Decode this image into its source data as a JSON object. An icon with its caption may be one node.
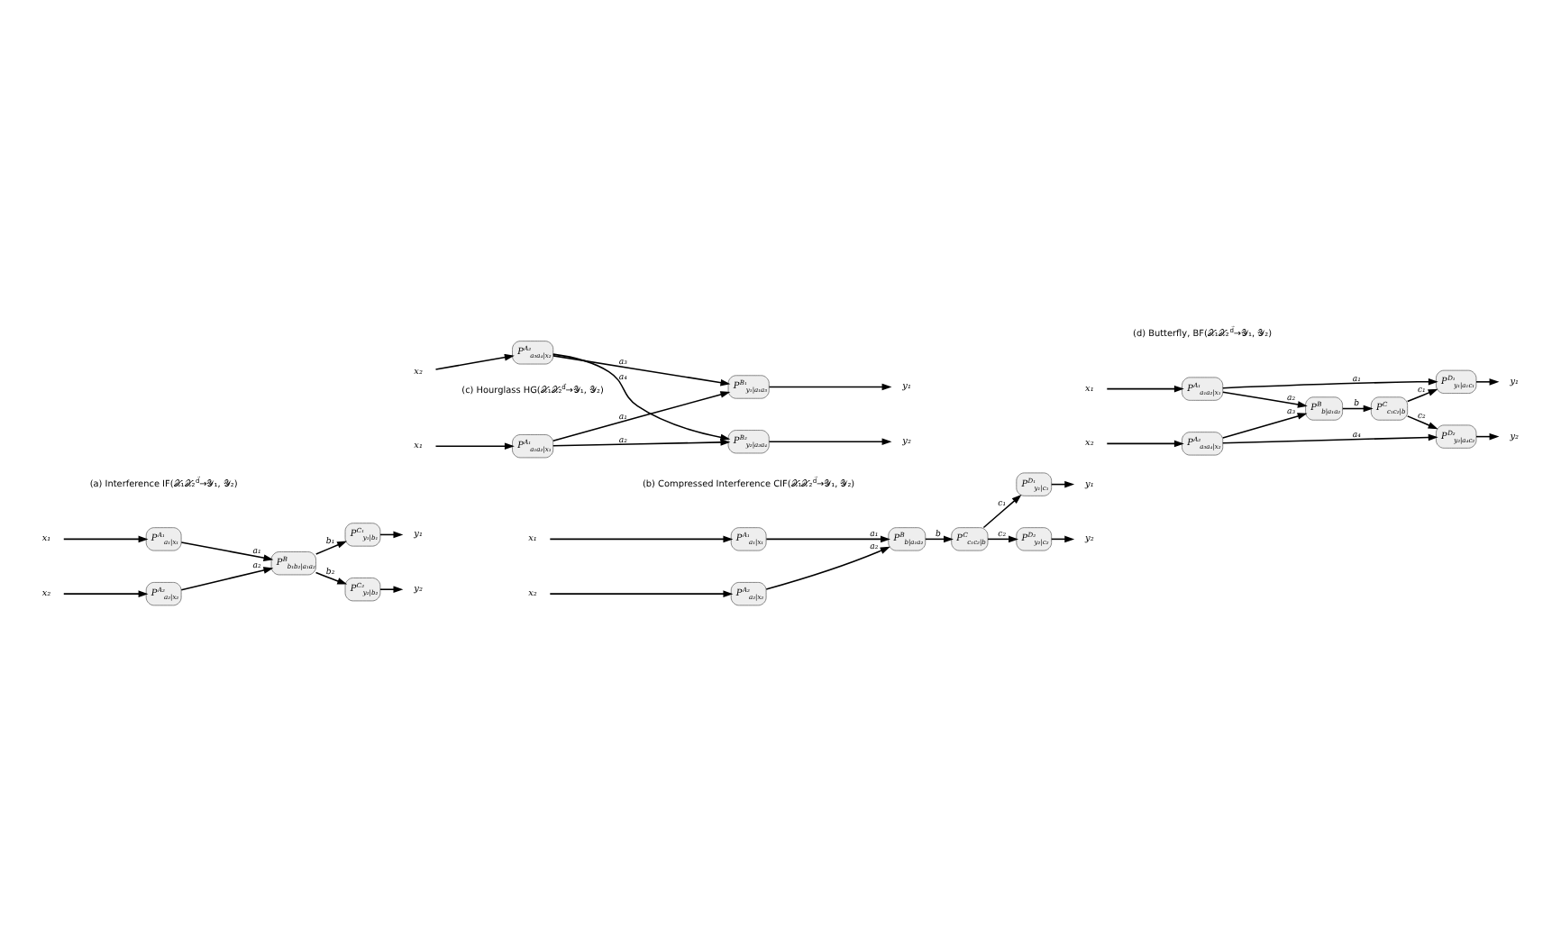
{
  "diagram": {
    "nodes": [
      {
        "text": [
          "x₁"
        ]
      },
      {
        "text": [
          "P$^{A₁}$$_{a₁|x₁}$"
        ]
      },
      {
        "text": [
          "P$^{C₁}$$_{y₁|b₁}$"
        ]
      },
      {
        "text": [
          "y₁"
        ]
      },
      {
        "text": [
          "P$^{B}$$_{b₁b₂|a₁a₂}$"
        ]
      },
      {
        "text": [
          "x₂"
        ]
      },
      {
        "text": [
          "P$^{A₂}$$_{a₂|x₂}$"
        ]
      },
      {
        "text": [
          "P$^{C₂}$$_{y₂|b₂}$"
        ]
      },
      {
        "text": [
          "y₂"
        ]
      },
      {
        "text": [
          "x₁"
        ]
      },
      {
        "text": [
          "P$^{A₁}$$_{a₁|x₁}$"
        ]
      },
      {
        "text": [
          "P$^{D₁}$$_{y₁|c₁}$"
        ]
      },
      {
        "text": [
          "y₁"
        ]
      },
      {
        "text": [
          "P$^{B}$$_{b|a₁a₂}$"
        ]
      },
      {
        "text": [
          "P$^{C}$$_{c₁c₂|b}$"
        ]
      },
      {
        "text": [
          "x₂"
        ]
      },
      {
        "text": [
          "P$^{A₂}$$_{a₂|x₂}$"
        ]
      },
      {
        "text": [
          "P$^{D₂}$$_{y₂|c₂}$"
        ]
      },
      {
        "text": [
          "y₂"
        ]
      },
      {
        "text": [
          "x₁"
        ]
      },
      {
        "text": [
          "P$^{A₁}$$_{a₁a₂|x₁}$"
        ]
      },
      {
        "text": [
          "P$^{B₁}$$_{y₁|a₁a₃}$"
        ]
      },
      {
        "text": [
          "y₁"
        ]
      },
      {
        "text": [
          "x₂"
        ]
      },
      {
        "text": [
          "P$^{A₂}$$_{a₃a₄|x₂}$"
        ]
      },
      {
        "text": [
          "P$^{B₂}$$_{y₂|a₂a₄}$"
        ]
      },
      {
        "text": [
          "y₂"
        ]
      },
      {
        "text": [
          "x₁"
        ]
      },
      {
        "text": [
          "P$^{A₁}$$_{a₁a₂|x₁}$"
        ]
      },
      {
        "text": [
          "P$^{D₁}$$_{y₁|a₁c₁}$"
        ]
      },
      {
        "text": [
          "y₁"
        ]
      },
      {
        "text": [
          "P$^{B}$$_{b|a₁a₂}$"
        ]
      },
      {
        "text": [
          "P$^{C}$$_{c₁c₂|b}$"
        ]
      },
      {
        "text": [
          "x₂"
        ]
      },
      {
        "text": [
          "P$^{A₂}$$_{a₃a₄|x₂}$"
        ]
      },
      {
        "text": [
          "P$^{D₂}$$_{y₂|a₄c₂}$"
        ]
      },
      {
        "text": [
          "y₂"
        ]
      }
    ],
    "edges": [
      {
        "from": 0,
        "to": 1,
        "arrow": "to"
      },
      {
        "from": 1,
        "to": 4,
        "arrow": "to",
        "label": "a₁"
      },
      {
        "from": 6,
        "to": 4,
        "arrow": "to",
        "label": "a₂"
      },
      {
        "from": 4,
        "to": 2,
        "arrow": "to",
        "label": "b₁"
      },
      {
        "from": 4,
        "to": 7,
        "arrow": "to",
        "label": "b₂"
      },
      {
        "from": 2,
        "to": 3,
        "arrow": "to"
      },
      {
        "from": 7,
        "to": 8,
        "arrow": "to"
      },
      {
        "from": 5,
        "to": 6,
        "arrow": "to"
      },
      {
        "from": 9,
        "to": 10,
        "arrow": "to"
      },
      {
        "from": 10,
        "to": 13,
        "arrow": "to",
        "label": "a₁"
      },
      {
        "from": 16,
        "to": 13,
        "arrow": "to",
        "label": "a₂"
      },
      {
        "from": 13,
        "to": 14,
        "arrow": "to",
        "label": "b"
      },
      {
        "from": 14,
        "to": 11,
        "arrow": "to",
        "label": "c₁"
      },
      {
        "from": 14,
        "to": 17,
        "arrow": "to",
        "label": "c₂"
      },
      {
        "from": 11,
        "to": 12,
        "arrow": "to"
      },
      {
        "from": 17,
        "to": 18,
        "arrow": "to"
      },
      {
        "from": 15,
        "to": 16,
        "arrow": "to"
      },
      {
        "from": 19,
        "to": 20,
        "arrow": "to"
      },
      {
        "from": 20,
        "to": 21,
        "arrow": "to",
        "label": "a₁"
      },
      {
        "from": 20,
        "to": 25,
        "arrow": "to",
        "label": "a₂"
      },
      {
        "from": 24,
        "to": 21,
        "arrow": "to",
        "label": "a₃"
      },
      {
        "from": 24,
        "to": 25,
        "arrow": "to",
        "label": "a₄"
      },
      {
        "from": 21,
        "to": 22,
        "arrow": "to"
      },
      {
        "from": 25,
        "to": 26,
        "arrow": "to"
      },
      {
        "from": 23,
        "to": 24,
        "arrow": "to"
      },
      {
        "from": 27,
        "to": 28,
        "arrow": "to"
      },
      {
        "from": 28,
        "to": 29,
        "arrow": "to",
        "label": "a₁"
      },
      {
        "from": 28,
        "to": 31,
        "arrow": "to",
        "label": "a₂"
      },
      {
        "from": 34,
        "to": 31,
        "arrow": "to",
        "label": "a₃"
      },
      {
        "from": 31,
        "to": 32,
        "arrow": "to",
        "label": "b"
      },
      {
        "from": 32,
        "to": 29,
        "arrow": "to",
        "label": "c₁"
      },
      {
        "from": 32,
        "to": 35,
        "arrow": "to",
        "label": "c₂"
      },
      {
        "from": 34,
        "to": 35,
        "arrow": "to",
        "label": "a₄"
      },
      {
        "from": 29,
        "to": 30,
        "arrow": "to"
      },
      {
        "from": 35,
        "to": 36,
        "arrow": "to"
      },
      {
        "from": 33,
        "to": 34,
        "arrow": "to"
      }
    ],
    "labels": [
      "(a) Interference IF(𝒳₁𝒳₂$^{d⃗}$→𝒴₁, 𝒴₂)",
      "(b) Compressed Interference CIF(𝒳₁𝒳₂$^{d⃗}$→𝒴₁, 𝒴₂)",
      "(c) Hourglass HG(𝒳₁𝒳₂$^{d⃗}$→𝒴₁, 𝒴₂)",
      "(d) Butterfly, BF(𝒳₁𝒳₂$^{d⃗}$→𝒴₁, 𝒴₂)"
    ]
  }
}
